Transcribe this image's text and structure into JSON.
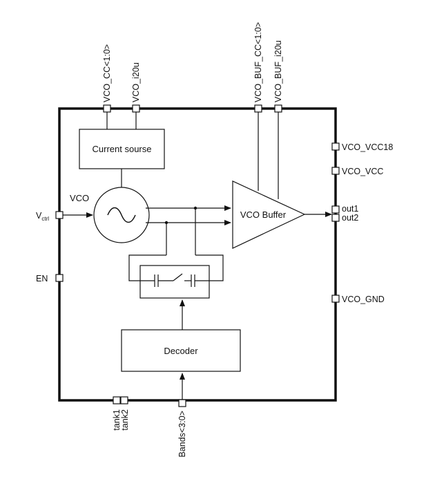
{
  "diagram": {
    "blocks": {
      "current_source": "Current sourse",
      "vco": "VCO",
      "vco_buffer": "VCO Buffer",
      "decoder": "Decoder"
    },
    "pins": {
      "top": [
        "VCO_CC<1:0>",
        "VCO_i20u",
        "VCO_BUF_CC<1:0>",
        "VCO_BUF_i20u"
      ],
      "right": [
        "VCO_VCC18",
        "VCO_VCC",
        "out1",
        "out2",
        "VCO_GND"
      ],
      "left": {
        "vctrl_main": "V",
        "vctrl_sub": "ctrl",
        "en": "EN"
      },
      "bottom": [
        "tank1",
        "tank2",
        "Bands<3:0>"
      ]
    }
  }
}
